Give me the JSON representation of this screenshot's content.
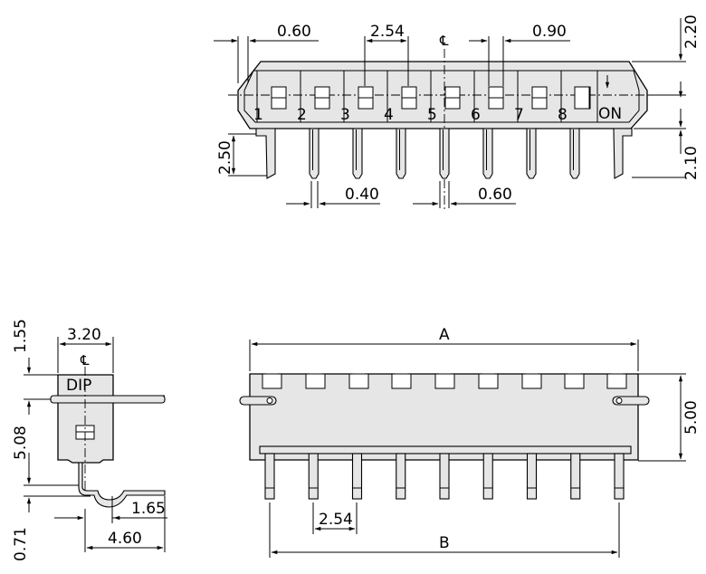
{
  "top_view": {
    "dims": {
      "pitch_top": "2.54",
      "pin_width": "0.60",
      "slot_width": "0.90",
      "height_top": "2.20",
      "height_bottom": "2.10",
      "pin_offset": "2.50",
      "pin_thickness": "0.40",
      "pin_len": "0.60"
    },
    "switch_numbers": [
      "1",
      "2",
      "3",
      "4",
      "5",
      "6",
      "7",
      "8"
    ],
    "on_label": "ON",
    "center_mark": "℄"
  },
  "side_view": {
    "label": "DIP",
    "center_mark": "℄",
    "dims": {
      "top_height": "1.55",
      "width": "3.20",
      "body_height": "5.08",
      "bottom": "0.71",
      "lead_offset": "1.65",
      "lead_span": "4.60"
    }
  },
  "front_view": {
    "dims": {
      "overall_a": "A",
      "overall_b": "B",
      "height": "5.00",
      "pitch": "2.54"
    }
  }
}
